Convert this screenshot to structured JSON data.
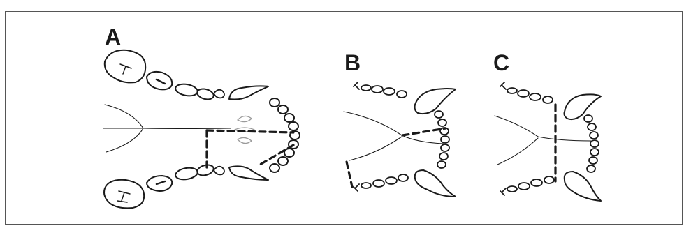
{
  "panels": [
    {
      "id": "A",
      "label": "A"
    },
    {
      "id": "B",
      "label": "B"
    },
    {
      "id": "C",
      "label": "C"
    }
  ],
  "colors": {
    "ink": "#1a1a1a",
    "faint": "#9a9a9a",
    "frame": "#555555",
    "background": "#ffffff"
  }
}
